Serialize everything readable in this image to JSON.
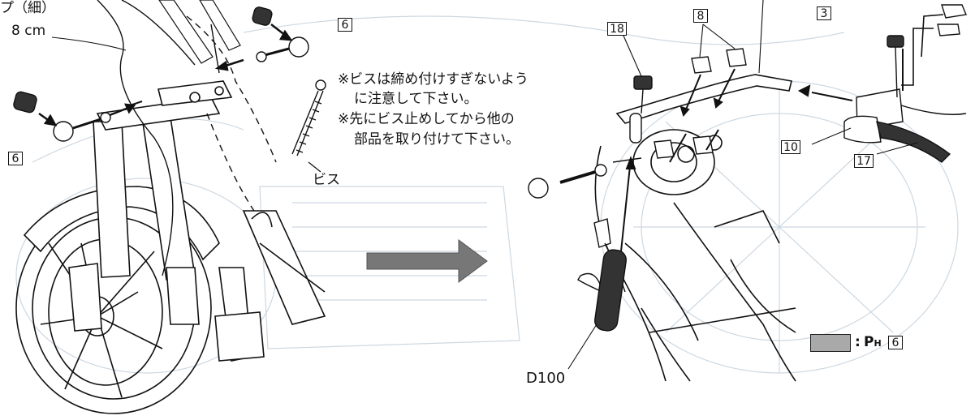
{
  "left_assembly": {
    "tape_label": "プ（細）",
    "tape_length": "8 cm",
    "part_top": "6",
    "part_left": "6",
    "screw_label": "ビス"
  },
  "notes": {
    "line1": "※ビスは締め付けすぎないよう",
    "line2": "に注意して下さい。",
    "line3": "※先にビス止めしてから他の",
    "line4": "部品を取り付けて下さい。"
  },
  "right_assembly": {
    "part_18": "18",
    "part_8": "8",
    "part_3": "3",
    "part_10": "10",
    "part_17": "17",
    "grip_code": "D100"
  },
  "legend": {
    "swatch_color": "#a9a9a9",
    "separator": ":",
    "paint_symbol": "P",
    "paint_sub": "H",
    "paint_number": "6"
  },
  "colors": {
    "line": "#111111",
    "faint_background": "#c9d4de",
    "arrow": "#777777",
    "dark_part": "#333333"
  }
}
